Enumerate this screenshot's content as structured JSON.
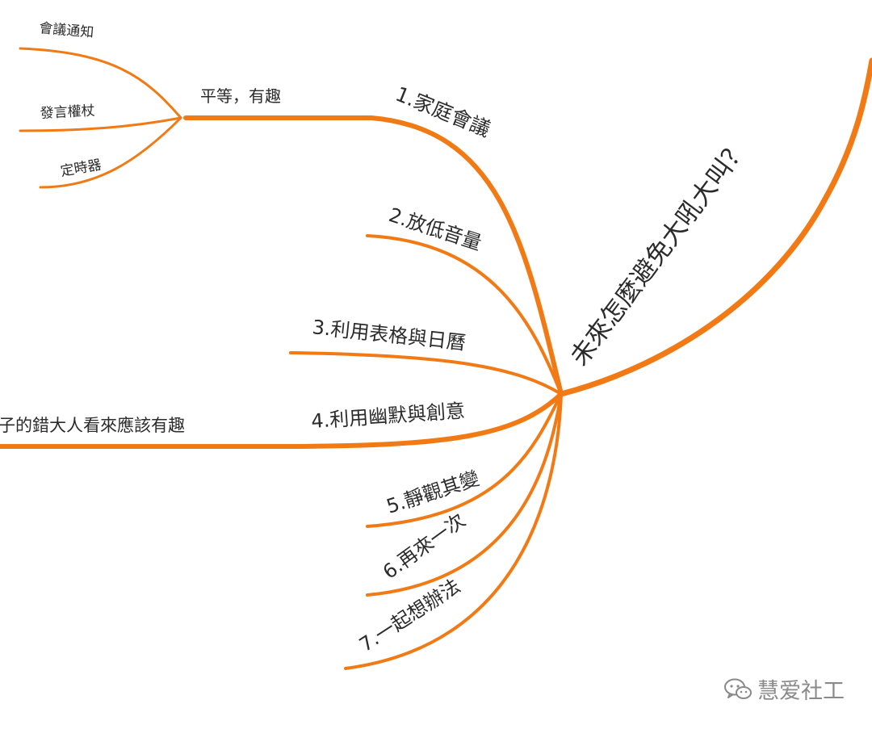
{
  "mindmap": {
    "central": "未來怎麼避免大吼大叫？",
    "branch1": {
      "label": "1.家庭會議",
      "sub": {
        "label": "平等，有趣",
        "children": [
          "會議通知",
          "發言權杖",
          "定時器"
        ]
      }
    },
    "branch2": {
      "label": "2.放低音量"
    },
    "branch3": {
      "label": "3.利用表格與日曆"
    },
    "branch4": {
      "label": "4.利用幽默與創意",
      "sub": {
        "label": "子的錯大人看來應該有趣"
      }
    },
    "branch5": {
      "label": "5.靜觀其變"
    },
    "branch6": {
      "label": "6.再來一次"
    },
    "branch7": {
      "label": "7.一起想辦法"
    }
  },
  "watermark": {
    "text": "慧爱社工",
    "icon": "wechat-icon"
  },
  "colors": {
    "branch": "#f27a14",
    "text": "#2b2b2b",
    "watermark": "#8a8a8a"
  }
}
